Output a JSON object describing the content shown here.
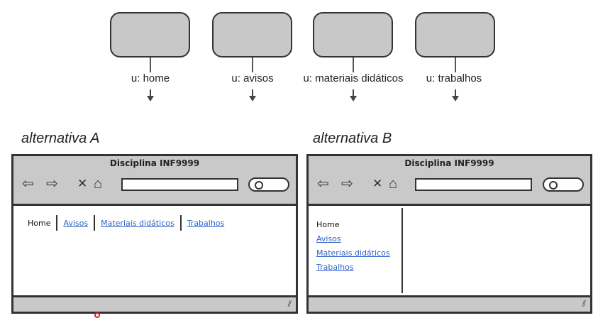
{
  "flow": {
    "items": [
      {
        "label": "u: home"
      },
      {
        "label": "u: avisos"
      },
      {
        "label": "u: materiais didáticos"
      },
      {
        "label": "u: trabalhos"
      }
    ]
  },
  "alternatives": {
    "a": {
      "title": "alternativa A",
      "window_title": "Disciplina INF9999",
      "nav": {
        "home": "Home",
        "avisos": "Avisos",
        "materiais": "Materiais didáticos",
        "trabalhos": "Trabalhos"
      }
    },
    "b": {
      "title": "alternativa B",
      "window_title": "Disciplina INF9999",
      "nav": {
        "home": "Home",
        "avisos": "Avisos",
        "materiais": "Materiais didáticos",
        "trabalhos": "Trabalhos"
      }
    }
  },
  "icons": {
    "back": "arrow-left-icon",
    "forward": "arrow-right-icon",
    "close": "close-icon",
    "home": "home-icon",
    "search": "search-icon",
    "resize": "resize-grip-icon"
  },
  "colors": {
    "box_fill": "#c8c8c8",
    "chrome": "#c9c9c9",
    "link": "#2e63c8"
  }
}
